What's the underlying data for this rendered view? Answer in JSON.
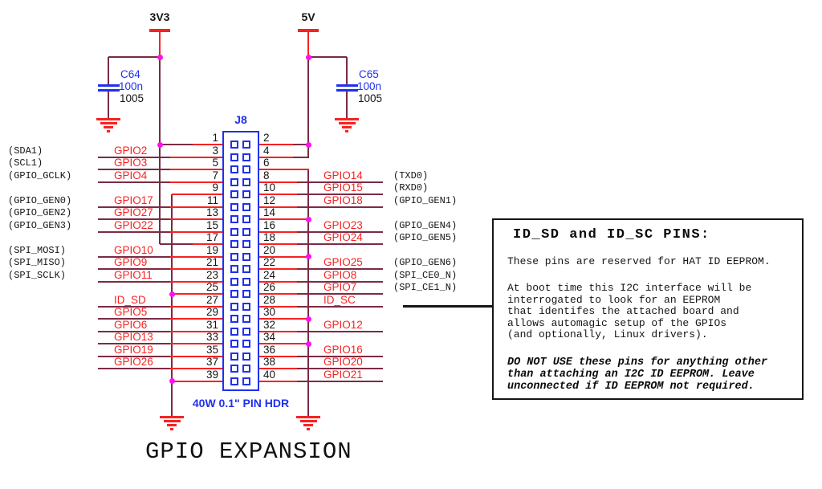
{
  "title": "GPIO EXPANSION",
  "colors": {
    "wire_red": "#f82222",
    "wire_maroon": "#7b2b45",
    "junction_magenta": "#ff10f0",
    "symbol_blue": "#2030ee",
    "text_black": "#151515",
    "gpio_label_red": "#f82222"
  },
  "power": {
    "rail_3v3": "3V3",
    "rail_5v": "5V"
  },
  "capacitors": [
    {
      "ref": "C64",
      "value": "100n",
      "footprint": "1005"
    },
    {
      "ref": "C65",
      "value": "100n",
      "footprint": "1005"
    }
  ],
  "connector": {
    "ref": "J8",
    "description": "40W 0.1\" PIN HDR"
  },
  "pins": [
    {
      "num": 1,
      "net": "3V3",
      "label": "",
      "alt": ""
    },
    {
      "num": 2,
      "net": "5V",
      "label": "",
      "alt": ""
    },
    {
      "num": 3,
      "net": "GPIO",
      "label": "GPIO2",
      "alt": "(SDA1)"
    },
    {
      "num": 4,
      "net": "5V",
      "label": "",
      "alt": ""
    },
    {
      "num": 5,
      "net": "GPIO",
      "label": "GPIO3",
      "alt": "(SCL1)"
    },
    {
      "num": 6,
      "net": "GND",
      "label": "",
      "alt": ""
    },
    {
      "num": 7,
      "net": "GPIO",
      "label": "GPIO4",
      "alt": "(GPIO_GCLK)"
    },
    {
      "num": 8,
      "net": "GPIO",
      "label": "GPIO14",
      "alt": "(TXD0)"
    },
    {
      "num": 9,
      "net": "GND",
      "label": "",
      "alt": ""
    },
    {
      "num": 10,
      "net": "GPIO",
      "label": "GPIO15",
      "alt": "(RXD0)"
    },
    {
      "num": 11,
      "net": "GPIO",
      "label": "GPIO17",
      "alt": "(GPIO_GEN0)"
    },
    {
      "num": 12,
      "net": "GPIO",
      "label": "GPIO18",
      "alt": "(GPIO_GEN1)"
    },
    {
      "num": 13,
      "net": "GPIO",
      "label": "GPIO27",
      "alt": "(GPIO_GEN2)"
    },
    {
      "num": 14,
      "net": "GND",
      "label": "",
      "alt": ""
    },
    {
      "num": 15,
      "net": "GPIO",
      "label": "GPIO22",
      "alt": "(GPIO_GEN3)"
    },
    {
      "num": 16,
      "net": "GPIO",
      "label": "GPIO23",
      "alt": "(GPIO_GEN4)"
    },
    {
      "num": 17,
      "net": "3V3",
      "label": "",
      "alt": ""
    },
    {
      "num": 18,
      "net": "GPIO",
      "label": "GPIO24",
      "alt": "(GPIO_GEN5)"
    },
    {
      "num": 19,
      "net": "GPIO",
      "label": "GPIO10",
      "alt": "(SPI_MOSI)"
    },
    {
      "num": 20,
      "net": "GND",
      "label": "",
      "alt": ""
    },
    {
      "num": 21,
      "net": "GPIO",
      "label": "GPIO9",
      "alt": "(SPI_MISO)"
    },
    {
      "num": 22,
      "net": "GPIO",
      "label": "GPIO25",
      "alt": "(GPIO_GEN6)"
    },
    {
      "num": 23,
      "net": "GPIO",
      "label": "GPIO11",
      "alt": "(SPI_SCLK)"
    },
    {
      "num": 24,
      "net": "GPIO",
      "label": "GPIO8",
      "alt": "(SPI_CE0_N)"
    },
    {
      "num": 25,
      "net": "GND",
      "label": "",
      "alt": ""
    },
    {
      "num": 26,
      "net": "GPIO",
      "label": "GPIO7",
      "alt": "(SPI_CE1_N)"
    },
    {
      "num": 27,
      "net": "ID",
      "label": "ID_SD",
      "alt": ""
    },
    {
      "num": 28,
      "net": "ID",
      "label": "ID_SC",
      "alt": ""
    },
    {
      "num": 29,
      "net": "GPIO",
      "label": "GPIO5",
      "alt": ""
    },
    {
      "num": 30,
      "net": "GND",
      "label": "",
      "alt": ""
    },
    {
      "num": 31,
      "net": "GPIO",
      "label": "GPIO6",
      "alt": ""
    },
    {
      "num": 32,
      "net": "GPIO",
      "label": "GPIO12",
      "alt": ""
    },
    {
      "num": 33,
      "net": "GPIO",
      "label": "GPIO13",
      "alt": ""
    },
    {
      "num": 34,
      "net": "GND",
      "label": "",
      "alt": ""
    },
    {
      "num": 35,
      "net": "GPIO",
      "label": "GPIO19",
      "alt": ""
    },
    {
      "num": 36,
      "net": "GPIO",
      "label": "GPIO16",
      "alt": ""
    },
    {
      "num": 37,
      "net": "GPIO",
      "label": "GPIO26",
      "alt": ""
    },
    {
      "num": 38,
      "net": "GPIO",
      "label": "GPIO20",
      "alt": ""
    },
    {
      "num": 39,
      "net": "GND",
      "label": "",
      "alt": ""
    },
    {
      "num": 40,
      "net": "GPIO",
      "label": "GPIO21",
      "alt": ""
    }
  ],
  "note": {
    "title": "ID_SD and ID_SC PINS:",
    "p1": "These pins are reserved for HAT ID EEPROM.",
    "p2": "At boot time this I2C interface will be\ninterrogated to look for an EEPROM\nthat identifes the attached board and\nallows automagic setup of the GPIOs\n(and optionally, Linux drivers).",
    "p3": "DO NOT USE these pins for anything other\nthan attaching an I2C ID EEPROM. Leave\nunconnected if ID EEPROM not required."
  }
}
